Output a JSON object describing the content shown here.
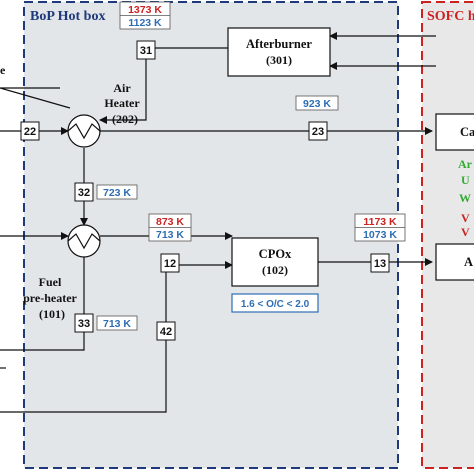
{
  "bop": {
    "title": "BoP Hot box"
  },
  "sofc": {
    "title": "SOFC h",
    "cathode_partial": "Ca",
    "anode_partial": "A",
    "lines": [
      {
        "text": "Ar",
        "color": "#33aa33"
      },
      {
        "text": "U",
        "color": "#33aa33"
      },
      {
        "text": "W",
        "color": "#33aa33"
      },
      {
        "text": "V",
        "color": "#cc2222"
      },
      {
        "text": "V",
        "color": "#cc2222"
      }
    ]
  },
  "afterburner": {
    "name": "Afterburner",
    "id": "(301)"
  },
  "cpox": {
    "name": "CPOx",
    "id": "(102)",
    "constraint": "1.6 < O/C < 2.0"
  },
  "air_heater": {
    "line1": "Air",
    "line2": "Heater",
    "id": "(202)"
  },
  "fuel_preheater": {
    "line1": "Fuel",
    "line2": "pre-heater",
    "id": "(101)"
  },
  "left_edge_char": "e",
  "colors": {
    "red": "#cc2222",
    "blue": "#2e6db4",
    "bop_border": "#1f3a7a",
    "sofc_border": "#cc2222"
  },
  "streams": {
    "s31": {
      "label": "31",
      "temps": [
        "1373 K",
        "1123 K"
      ]
    },
    "s22": {
      "label": "22"
    },
    "s23": {
      "label": "23",
      "temps": [
        "923 K"
      ]
    },
    "s32": {
      "label": "32",
      "temps": [
        "723 K"
      ]
    },
    "s12": {
      "label": "12",
      "temps": [
        "873 K",
        "713 K"
      ]
    },
    "s13": {
      "label": "13",
      "temps": [
        "1173 K",
        "1073 K"
      ]
    },
    "s33": {
      "label": "33",
      "temps": [
        "713 K"
      ]
    },
    "s42": {
      "label": "42"
    }
  }
}
